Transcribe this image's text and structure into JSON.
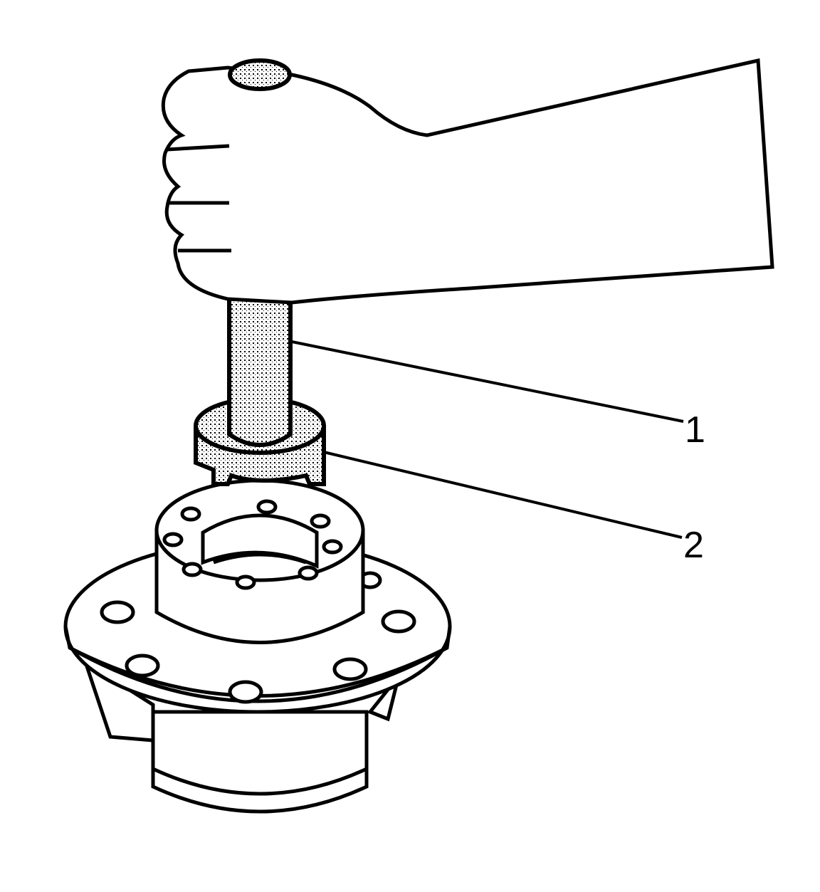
{
  "diagram": {
    "type": "technical-illustration",
    "subject": "Hand holding a tool handle with spanner socket above a wheel hub",
    "callouts": [
      {
        "id": "1",
        "label": "1",
        "target": "tool-handle"
      },
      {
        "id": "2",
        "label": "2",
        "target": "spanner-socket"
      }
    ],
    "colors": {
      "line": "#000000",
      "fill": "#ffffff",
      "stipple": "#b8b8b8"
    }
  }
}
